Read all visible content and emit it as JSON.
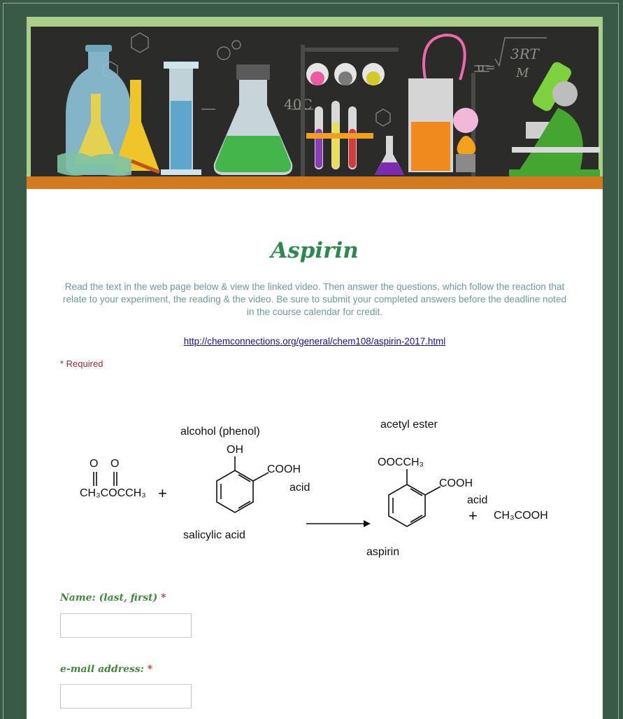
{
  "form": {
    "title": "Aspirin",
    "description": "Read the text in the web page below & view the linked video. Then answer the questions, which follow the reaction that relate to your experiment, the reading & the video. Be sure to submit your completed answers before the deadline noted in the course calendar for credit.",
    "link": "http://chemconnections.org/general/chem108/aspirin-2017.html",
    "required_note": "* Required"
  },
  "reaction": {
    "reactant1_o1": "O",
    "reactant1_o2": "O",
    "reactant1_formula": "CH₃COCCH₃",
    "plus1": "+",
    "salicylic_oh": "OH",
    "salicylic_cooh": "COOH",
    "alcohol_label": "alcohol (phenol)",
    "acid_label_1": "acid",
    "salicylic_name": "salicylic acid",
    "acetyl_label": "acetyl ester",
    "aspirin_ooc": "OOCCH₃",
    "aspirin_cooh": "COOH",
    "acid_label_2": "acid",
    "plus2": "+",
    "byproduct": "CH₃COOH",
    "aspirin_name": "aspirin"
  },
  "questions": [
    {
      "label": "Name: (last, first)",
      "required_mark": "*",
      "value": ""
    },
    {
      "label": "e-mail address:",
      "required_mark": "*",
      "value": ""
    }
  ],
  "colors": {
    "background": "#3a5a48",
    "title": "#2d8a4e",
    "description": "#6b9a9a",
    "link": "#1a0dab",
    "required": "#a42a2a",
    "question_label": "#3f8a3a",
    "banner_board": "#2b2b29",
    "banner_frame": "#a9cf8a",
    "banner_shelf": "#d27a1f"
  }
}
